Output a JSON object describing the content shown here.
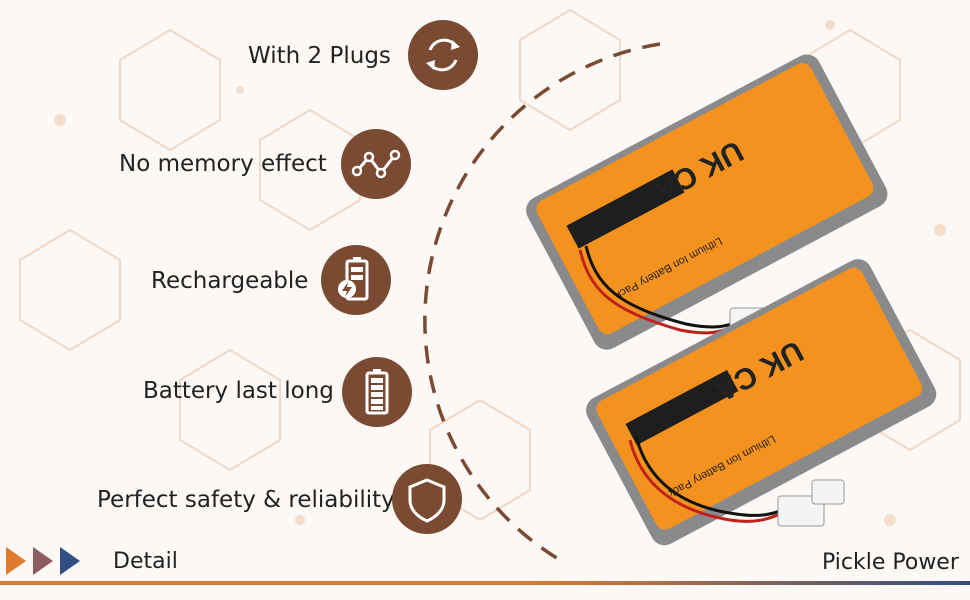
{
  "features": [
    {
      "label": "With 2 Plugs",
      "icon": "two-plugs-refresh-icon"
    },
    {
      "label": "No memory effect",
      "icon": "zigzag-graph-icon"
    },
    {
      "label": "Rechargeable",
      "icon": "charging-battery-icon"
    },
    {
      "label": "Battery last long",
      "icon": "full-battery-icon"
    },
    {
      "label": "Perfect safety & reliability",
      "icon": "shield-icon"
    }
  ],
  "footer": {
    "nav_label": "Detail",
    "brand": "Pickle Power"
  },
  "battery_label": {
    "marking": "UK CA",
    "title": "Lithium Ion Battery Pack"
  },
  "colors": {
    "icon_circle": "#7a4b32",
    "battery_sticker": "#f3921f",
    "battery_case": "#8a8a8c",
    "arrow_orange": "#e07a2e",
    "arrow_mid": "#8e5b5e",
    "arrow_navy": "#2f4f82"
  }
}
